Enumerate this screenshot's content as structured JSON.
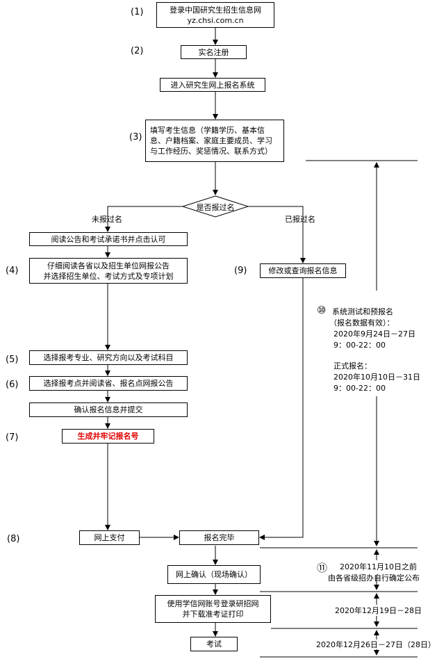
{
  "steps": {
    "s1": "(1)",
    "s2": "(2)",
    "s3": "(3)",
    "s4": "(4)",
    "s5": "(5)",
    "s6": "(6)",
    "s7": "(7)",
    "s8": "(8)",
    "s9": "(9)",
    "s10": "⑩",
    "s11": "⑪"
  },
  "boxes": {
    "login": [
      "登录中国研究生招生信息网",
      "yz.chsi.com.cn"
    ],
    "register": "实名注册",
    "enter": "进入研究生网上报名系统",
    "fill": [
      "填写考生信息（学籍学历、基本信",
      "息、户籍档案、家庭主要成员、学习",
      "与工作经历、奖惩情况、联系方式）"
    ],
    "read_notice": "阅读公告和考试承诺书并点击认可",
    "read_detail": [
      "仔细阅读各省以及招生单位网报公告",
      "并选择招生单位、考试方式及专项计划"
    ],
    "modify": "修改或查询报名信息",
    "select_major": "选择报考专业、研究方向以及考试科目",
    "select_site": "选择报考点并阅读省、报名点网报公告",
    "confirm_submit": "确认报名信息并提交",
    "gen_number": "生成并牢记报名号",
    "pay": "网上支付",
    "done": "报名完毕",
    "online_confirm": "网上确认（现场确认）",
    "download": [
      "使用学信网账号登录研招网",
      "并下载准考证打印"
    ],
    "exam": "考试"
  },
  "decision": {
    "label": "是否报过名",
    "no": "未报过名",
    "yes": "已报过名"
  },
  "info": {
    "test_title": "系统测试和预报名",
    "test_note": "（报名数据有效）：",
    "test_date": "2020年9月24日－27日",
    "test_time": "9：00-22：00",
    "formal_title": "正式报名：",
    "formal_date": "2020年10月10日－31日",
    "formal_time": "9：00-22：00",
    "confirm_date": "2020年11月10日之前",
    "confirm_note": "由各省级招办自行确定公布",
    "print_date": "2020年12月19日－28日",
    "exam_date": "2020年12月26日－27日（28日）"
  },
  "colors": {
    "line": "#000000",
    "highlight": "#e00000"
  }
}
